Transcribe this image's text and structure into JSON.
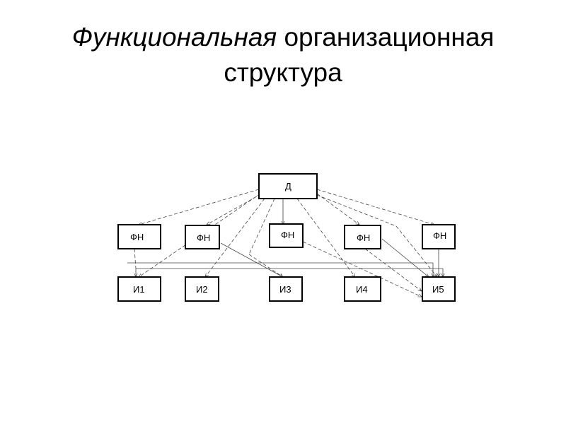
{
  "title": {
    "italic": "Функциональная",
    "rest": "организационная",
    "line2": "структура"
  },
  "diagram": {
    "director": "Д",
    "functional_managers": [
      "ФН",
      "ФН",
      "ФН",
      "ФН",
      "ФН"
    ],
    "executors": [
      "И1",
      "И2",
      "И3",
      "И4",
      "И5"
    ]
  }
}
